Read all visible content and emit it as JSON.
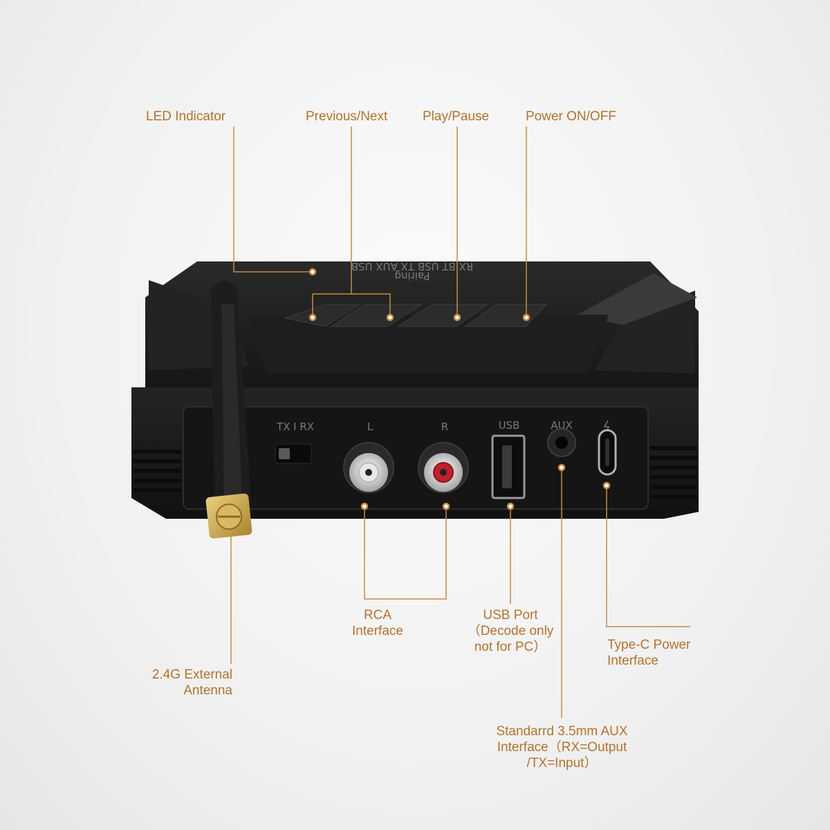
{
  "callouts": {
    "led_indicator": "LED Indicator",
    "previous_next": "Previous/Next",
    "play_pause": "Play/Pause",
    "power_on_off": "Power ON/OFF",
    "rca_line1": "RCA",
    "rca_line2": "Interface",
    "usb_line1": "USB Port",
    "usb_line2": "（Decode only",
    "usb_line3": "not for PC）",
    "typec_line1": "Type-C Power",
    "typec_line2": "Interface",
    "antenna_line1": "2.4G External",
    "antenna_line2": "Antenna",
    "aux_line1": "Standarrd 3.5mm AUX",
    "aux_line2": "Interface（RX=Output",
    "aux_line3": "/TX=Input）"
  },
  "device_markings": {
    "top_modes": "RX   BT   USB   TX   AUX   USB",
    "pairing": "Pairing",
    "switch": "TX I RX",
    "rca_left": "L",
    "rca_right": "R",
    "usb": "USB",
    "aux": "AUX"
  },
  "colors": {
    "callout_text": "#b5722b",
    "leader_line": "#c98b3c",
    "device_body": "#1c1c1c",
    "rca_right_ring": "#c0202a",
    "antenna_mount": "#c9a24a"
  }
}
